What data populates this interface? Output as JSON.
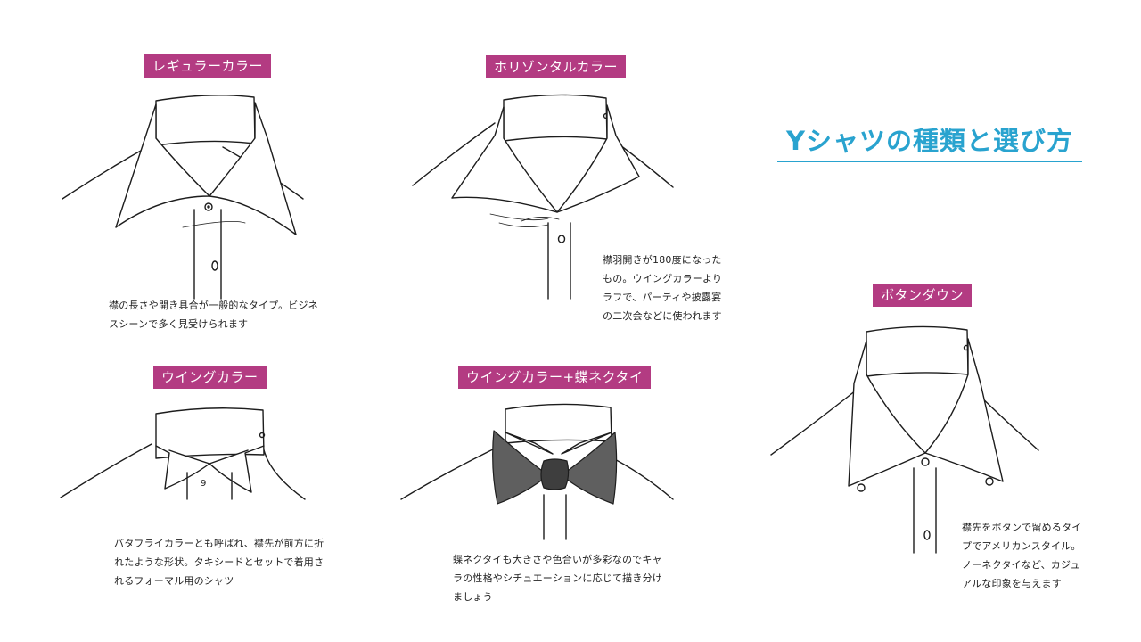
{
  "title": "Yシャツの種類と選び方",
  "sections": {
    "regular": {
      "label": "レギュラーカラー",
      "description": "襟の長さや開き具合が一般的なタイプ。ビジネ\nスシーンで多く見受けられます"
    },
    "horizontal": {
      "label": "ホリゾンタルカラー",
      "description": "襟羽開きが180度になった\nもの。ウイングカラーより\nラフで、パーティや披露宴\nの二次会などに使われます"
    },
    "wing": {
      "label": "ウイングカラー",
      "description": "バタフライカラーとも呼ばれ、襟先が前方に折\nれたような形状。タキシードとセットで着用さ\nれるフォーマル用のシャツ"
    },
    "wing_bowtie": {
      "label": "ウイングカラー+蝶ネクタイ",
      "description": "蝶ネクタイも大きさや色合いが多彩なのでキャ\nラの性格やシチュエーションに応じて描き分け\nましょう"
    },
    "buttondown": {
      "label": "ボタンダウン",
      "description": "襟先をボタンで留めるタイ\nプでアメリカンスタイル。\nノーネクタイなど、カジュ\nアルな印象を与えます"
    }
  },
  "colors": {
    "label_bg": "#b33b82",
    "title": "#29a3cf"
  }
}
